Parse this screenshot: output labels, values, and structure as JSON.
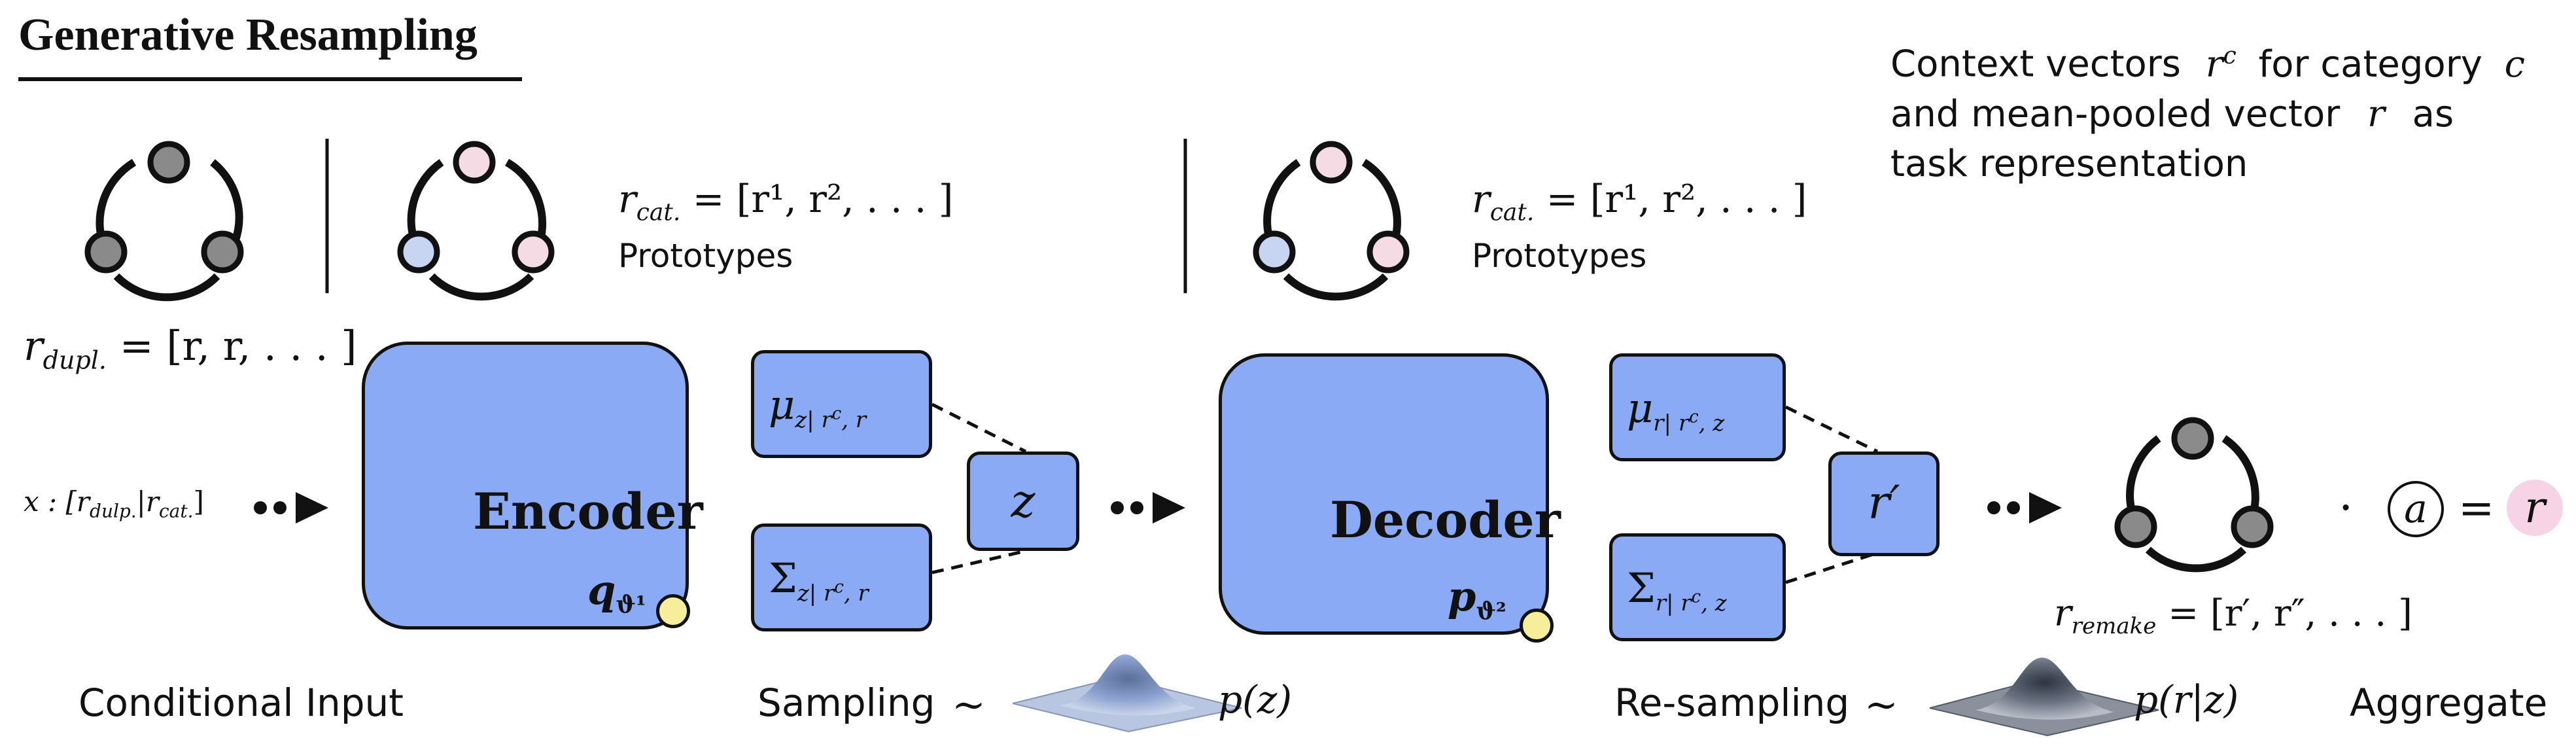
{
  "title": "Generative Resampling",
  "context_note": {
    "line1_prefix": "Context vectors",
    "line1_var": "r",
    "line1_sup": "c",
    "line1_mid": "for category",
    "line1_cat": "c",
    "line2_prefix": "and mean-pooled  vector",
    "line2_var": "r",
    "line2_suffix": "as",
    "line3": "task representation"
  },
  "row_top": {
    "cat_formula": "r",
    "cat_sub": "cat.",
    "cat_rhs": " = [r¹, r², . . . ]",
    "prototypes_label": "Prototypes"
  },
  "inputs": {
    "dupl_formula": "r",
    "dupl_sub": "dupl.",
    "dupl_rhs": " = [r, r, . . . ]",
    "x_formula": "x : [r",
    "x_sub1": "dulp.",
    "x_mid": "|r",
    "x_sub2": "cat.",
    "x_end": "]"
  },
  "encoder": {
    "label": "Encoder",
    "param": "q",
    "param_sub": "ϑ¹"
  },
  "decoder": {
    "label": "Decoder",
    "param": "p",
    "param_sub": "ϑ²"
  },
  "latent": {
    "mu": "μ",
    "mu_sub": "z| r",
    "mu_sup": "c",
    "mu_sub_end": ", r",
    "sigma": "Σ",
    "sigma_sub": "z| r",
    "sigma_sup": "c",
    "sigma_sub_end": ", r",
    "z": "z"
  },
  "recon": {
    "mu": "μ",
    "mu_sub": "r| r",
    "mu_sup": "c",
    "mu_sub_end": ", z",
    "sigma": "Σ",
    "sigma_sub": "r| r",
    "sigma_sup": "c",
    "sigma_sub_end": ", z",
    "r_prime": "r′"
  },
  "remake": {
    "formula": "r",
    "sub": "remake",
    "rhs": " = [r′, r″, . . . ]"
  },
  "aggregate": {
    "dot": "·",
    "a": "a",
    "eq": "=",
    "r": "r"
  },
  "bottom_labels": {
    "conditional_input": "Conditional Input",
    "sampling": "Sampling",
    "tilde1": "∼",
    "pz": "p(z)",
    "resampling": "Re-sampling",
    "tilde2": "∼",
    "prz": "p(r|z)",
    "aggregate": "Aggregate"
  },
  "colors": {
    "box_fill": "#8aaaf5",
    "node_gray": "#8a8a8a",
    "node_pink": "#f5dbe4",
    "node_blue": "#c7d5f2",
    "param_dot": "#f6ee9a",
    "pink_highlight": "#f7d3e6"
  }
}
